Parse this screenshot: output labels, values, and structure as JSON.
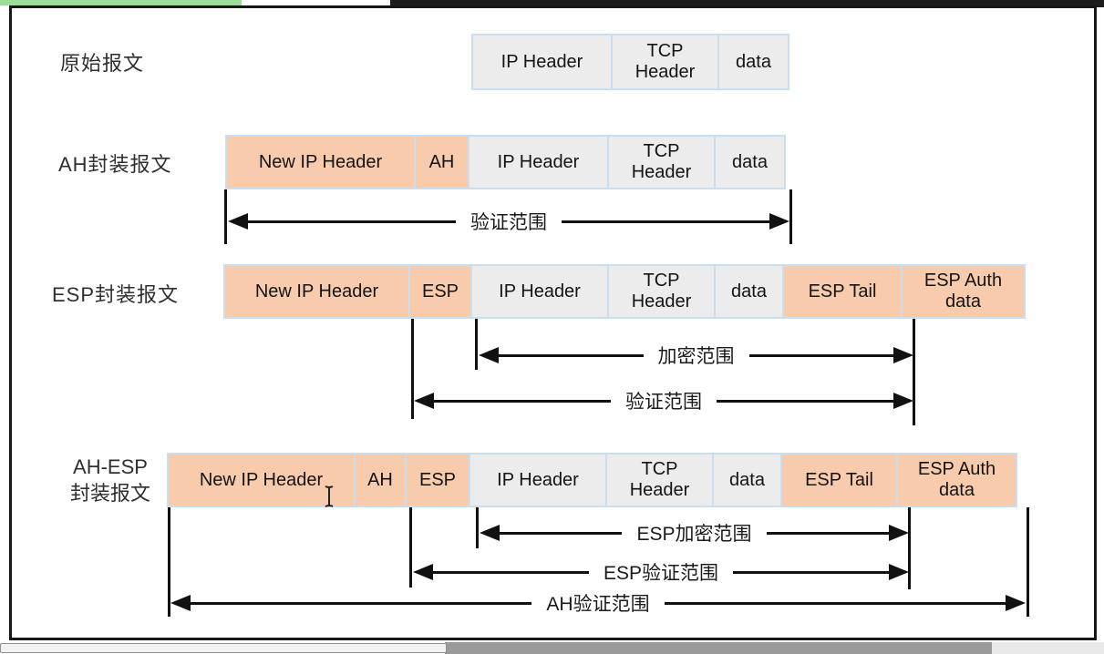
{
  "palette": {
    "cell_orange": "#f8cbad",
    "cell_gray": "#ececec",
    "cell_border": "#c9dff0",
    "arrow_black": "#111111",
    "top_strip_green": "#9bdc9b"
  },
  "rows": [
    {
      "label": "原始报文",
      "cells": [
        {
          "text": "IP Header"
        },
        {
          "text": "TCP Header"
        },
        {
          "text": "data"
        }
      ],
      "ranges": []
    },
    {
      "label": "AH封装报文",
      "cells": [
        {
          "text": "New IP Header"
        },
        {
          "text": "AH"
        },
        {
          "text": "IP Header"
        },
        {
          "text": "TCP Header"
        },
        {
          "text": "data"
        }
      ],
      "ranges": [
        {
          "label": "验证范围"
        }
      ]
    },
    {
      "label": "ESP封装报文",
      "cells": [
        {
          "text": "New IP Header"
        },
        {
          "text": "ESP"
        },
        {
          "text": "IP Header"
        },
        {
          "text": "TCP Header"
        },
        {
          "text": "data"
        },
        {
          "text": "ESP Tail"
        },
        {
          "text": "ESP Auth data"
        }
      ],
      "ranges": [
        {
          "label": "加密范围"
        },
        {
          "label": "验证范围"
        }
      ]
    },
    {
      "label_lines": [
        "AH-ESP",
        "封装报文"
      ],
      "cells": [
        {
          "text": "New IP Header"
        },
        {
          "text": "AH"
        },
        {
          "text": "ESP"
        },
        {
          "text": "IP Header"
        },
        {
          "text": "TCP Header"
        },
        {
          "text": "data"
        },
        {
          "text": "ESP Tail"
        },
        {
          "text": "ESP Auth data"
        }
      ],
      "ranges": [
        {
          "label": "ESP加密范围"
        },
        {
          "label": "ESP验证范围"
        },
        {
          "label": "AH验证范围"
        }
      ]
    }
  ]
}
